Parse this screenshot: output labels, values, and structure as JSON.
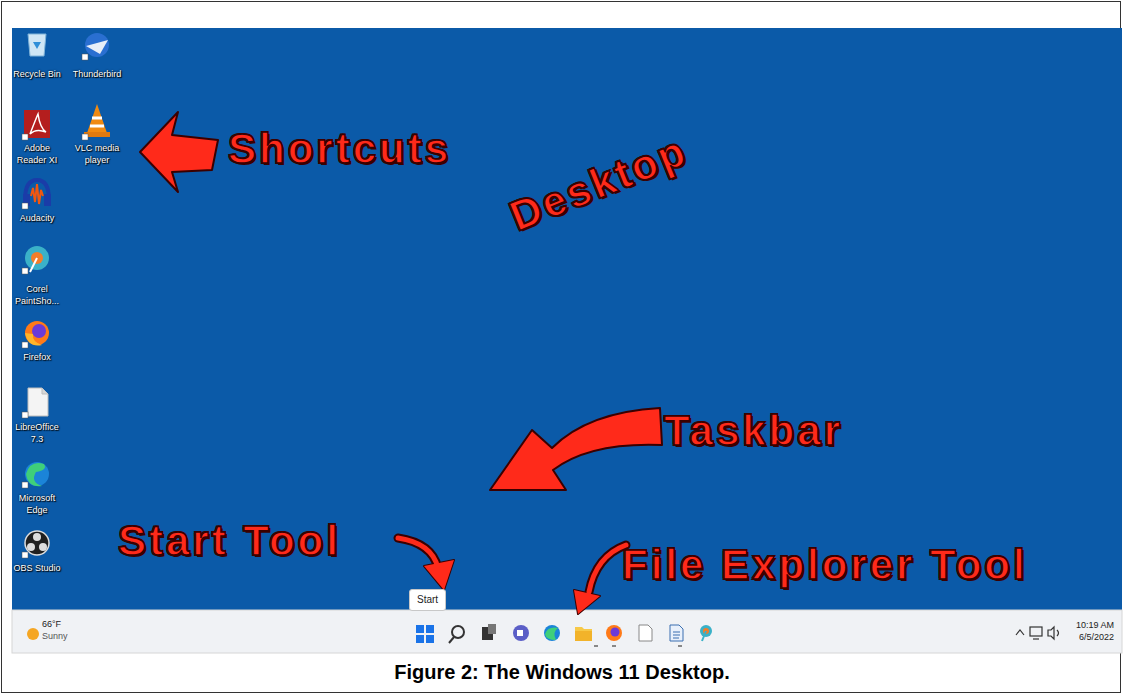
{
  "diagram": {
    "caption": "Figure 2: The Windows 11 Desktop.",
    "nodes": [
      {
        "text": [
          "Start"
        ]
      },
      {
        "text": [
          "66°F",
          "Sunny",
          "10:19 AM",
          "6/5/2022"
        ]
      }
    ],
    "labels": [
      "Recycle Bin",
      "Thunderbird",
      "Adobe Reader XI",
      "VLC media player",
      "Shortcuts",
      "Desktop",
      "Audacity",
      "Corel PaintSho...",
      "Firefox",
      "LibreOffice 7.3",
      "Taskbar",
      "Microsoft Edge",
      "Start Tool",
      "File Explorer Tool",
      "OBS Studio"
    ]
  }
}
